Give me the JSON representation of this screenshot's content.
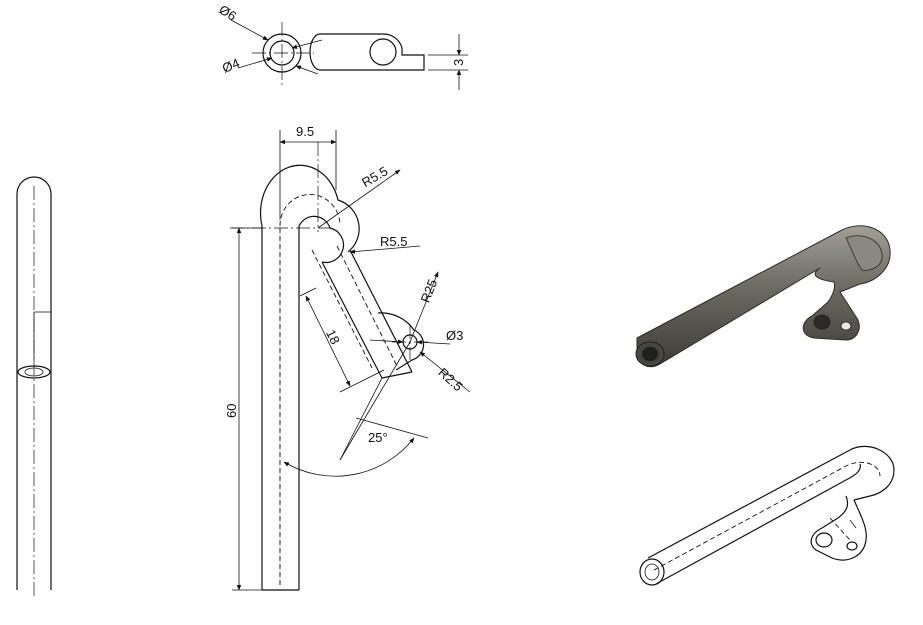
{
  "drawing": {
    "dimensions": {
      "top_view_outer_dia": "Ø6",
      "top_view_inner_dia": "Ø4",
      "top_view_tab_thickness": "3",
      "front_width": "9.5",
      "bend_outer_radius": "R5.5",
      "bend_inner_radius": "R5.5",
      "tab_arc_radius": "R25",
      "hole_dia": "Ø3",
      "tab_end_radius": "R2.5",
      "leg_length": "18",
      "total_height": "60",
      "angle": "25°"
    },
    "colors": {
      "line": "#111111",
      "shade_dark": "#3c3b36",
      "shade_mid": "#6a6962",
      "shade_light": "#a19f96",
      "background": "#ffffff"
    }
  }
}
